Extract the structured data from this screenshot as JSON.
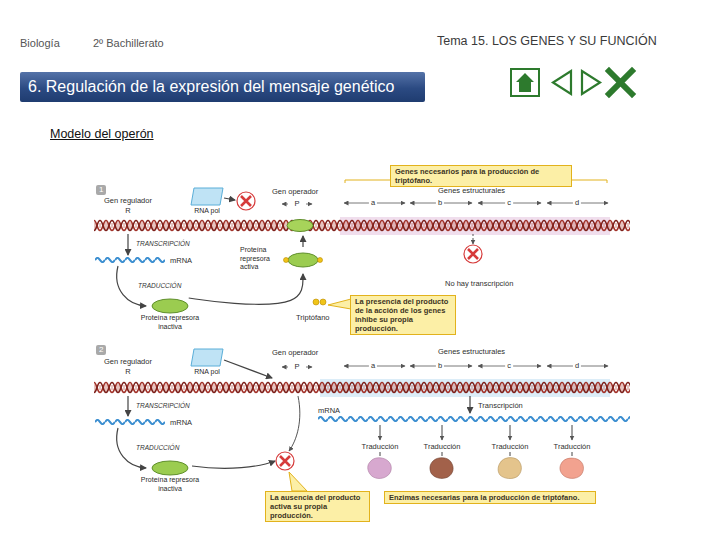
{
  "diagram": {
    "title": "6. Regulación de la expresión del mensaje genético",
    "nodes": [
      {
        "text": [
          "Genes necesarios para la producción de triptófano."
        ]
      },
      {
        "text": [
          "RNA pol"
        ]
      },
      {
        "text": [
          "Proteína represora activa"
        ]
      },
      {
        "text": [
          "Proteína represora inactiva"
        ]
      },
      {
        "text": [
          "La presencia del producto de la acción de los genes inhibe su propia producción."
        ]
      },
      {
        "text": [
          "RNA pol"
        ]
      },
      {
        "text": [
          "Proteína represora inactiva"
        ]
      },
      {
        "text": [
          "La ausencia del producto activa su propia producción."
        ]
      },
      {
        "text": [
          "Enzimas necesarias para la producción de triptófano."
        ]
      }
    ],
    "edges": [
      {
        "from": 3,
        "to": 2,
        "arrow": "to"
      }
    ],
    "labels": [
      "Biología",
      "2º Bachillerato",
      "Tema 15. LOS GENES Y SU FUNCIÓN",
      "Modelo del operón",
      "1",
      "Gen regulador",
      "R",
      "Gen operador",
      "P",
      "Genes estructurales",
      "a",
      "b",
      "c",
      "d",
      "TRANSCRIPCIÓN",
      "mRNA",
      "TRADUCCIÓN",
      "Triptófano",
      "No hay transcripción",
      "2",
      "Gen regulador",
      "R",
      "Gen operador",
      "P",
      "Genes estructurales",
      "a",
      "b",
      "c",
      "d",
      "TRANSCRIPCIÓN",
      "mRNA",
      "TRADUCCIÓN",
      "mRNA",
      "Transcripción",
      "Traducción",
      "Traducción",
      "Traducción",
      "Traducción"
    ]
  }
}
